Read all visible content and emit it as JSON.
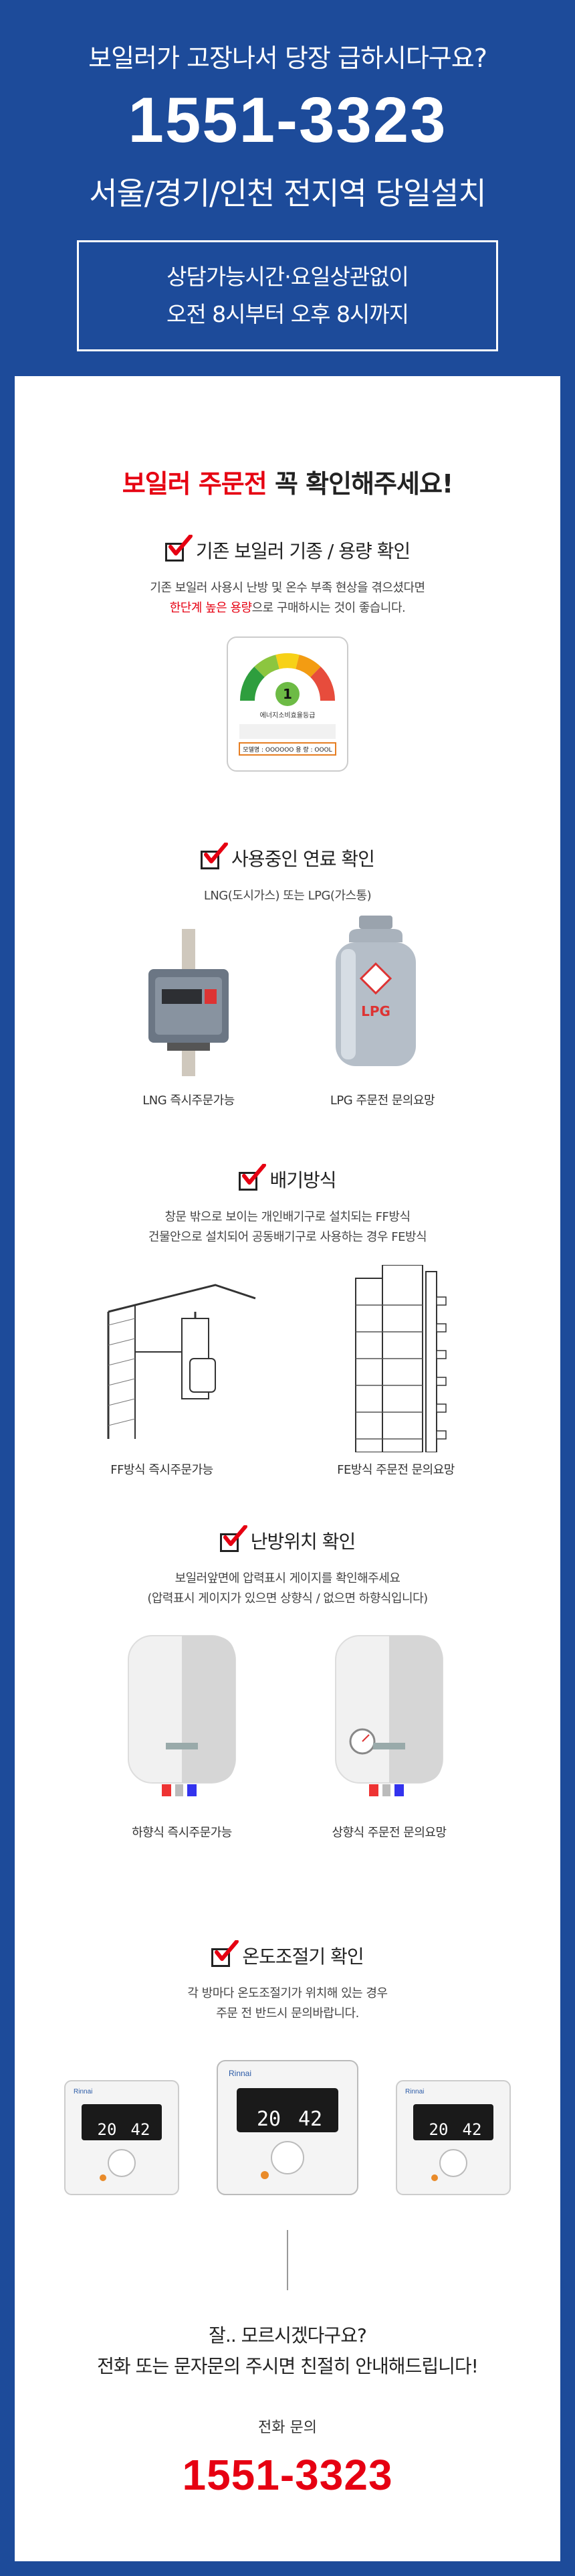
{
  "header": {
    "question": "보일러가 고장나서 당장 급하시다구요?",
    "phone": "1551-3323",
    "service_area": "서울/경기/인천 전지역 당일설치",
    "hours_line1": "상담가능시간·요일상관없이",
    "hours_line2": "오전 8시부터 오후 8시까지"
  },
  "card": {
    "title_red": "보일러 주문전",
    "title_black": " 꼭 확인해주세요!"
  },
  "section1": {
    "title": "기존 보일러 기종 / 용량 확인",
    "desc_line1": "기존 보일러 사용시 난방 및 온수 부족 현상을 겪으셨다면",
    "desc_line2_red": "한단계 높은 용량",
    "desc_line2_rest": "으로 구매하시는 것이 좋습니다.",
    "label_grade": "에너지소비효율등급",
    "label_model": "모델명 : OOOOOO   용 량 : OOOL",
    "grade_number": "1"
  },
  "section2": {
    "title": "사용중인 연료 확인",
    "desc": "LNG(도시가스) 또는 LPG(가스통)",
    "lng_label": "LNG 즉시주문가능",
    "lpg_label": "LPG 주문전 문의요망",
    "lpg_tank_text": "LPG"
  },
  "section3": {
    "title": "배기방식",
    "desc_line1": "창문 밖으로 보이는 개인배기구로 설치되는 FF방식",
    "desc_line2": "건물안으로 설치되어 공동배기구로 사용하는 경우 FE방식",
    "ff_label": "FF방식 즉시주문가능",
    "fe_label": "FE방식 주문전 문의요망"
  },
  "section4": {
    "title": "난방위치 확인",
    "desc_line1": "보일러앞면에 압력표시 게이지를 확인해주세요",
    "desc_line2": "(압력표시 게이지가 있으면 상향식 / 없으면 하향식입니다)",
    "down_label": "하향식 즉시주문가능",
    "up_label": "상향식 주문전 문의요망"
  },
  "section5": {
    "title": "온도조절기 확인",
    "desc_line1": "각 방마다 온도조절기가 위치해 있는 경우",
    "desc_line2": "주문 전 반드시 문의바랍니다.",
    "brand": "Rinnai",
    "display_temp": "20",
    "display_set": "42"
  },
  "footer": {
    "q_line1": "잘.. 모르시겠다구요?",
    "q_line2": "전화 또는 문자문의 주시면 친절히 안내해드립니다!",
    "call_label": "전화 문의",
    "phone": "1551-3323"
  },
  "colors": {
    "brand_blue": "#1d4b9a",
    "accent_red": "#e60012"
  }
}
